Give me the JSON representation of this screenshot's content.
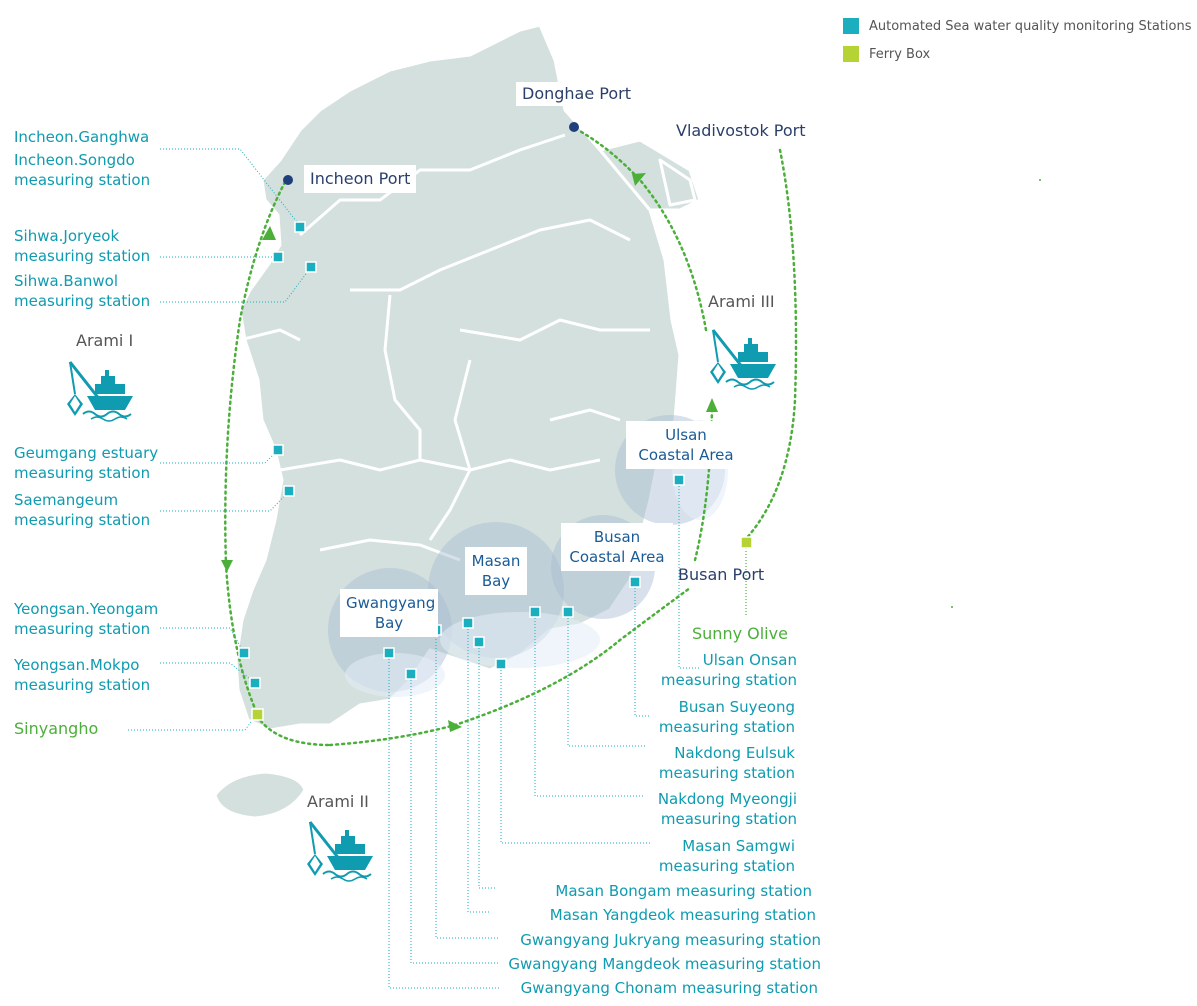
{
  "legend": {
    "stations": "Automated Sea water quality monitoring Stations",
    "ferry": "Ferry Box",
    "station_color": "#1aaebe",
    "ferry_color": "#b5d334"
  },
  "ports": {
    "donghae": "Donghae Port",
    "incheon": "Incheon Port",
    "vladivostok": "Vladivostok Port",
    "busan": "Busan Port"
  },
  "ships": {
    "arami1": "Arami I",
    "arami2": "Arami II",
    "arami3": "Arami III"
  },
  "ferry_points": {
    "sunny_olive": "Sunny Olive",
    "sinyangho": "Sinyangho"
  },
  "areas": {
    "ulsan": [
      "Ulsan",
      "Coastal Area"
    ],
    "busan": [
      "Busan",
      "Coastal Area"
    ],
    "masan": [
      "Masan",
      "Bay"
    ],
    "gwangyang": [
      "Gwangyang",
      "Bay"
    ]
  },
  "west_stations": {
    "ganghwa": "Incheon.Ganghwa",
    "songdo": [
      "Incheon.Songdo",
      "measuring station"
    ],
    "joryeok": [
      "Sihwa.Joryeok",
      "measuring station"
    ],
    "banwol": [
      "Sihwa.Banwol",
      "measuring station"
    ],
    "geumgang": [
      "Geumgang estuary",
      "measuring station"
    ],
    "saemangeum": [
      "Saemangeum",
      "measuring station"
    ],
    "yeongam": [
      "Yeongsan.Yeongam",
      "measuring station"
    ],
    "mokpo": [
      "Yeongsan.Mokpo",
      "measuring station"
    ]
  },
  "south_stations": {
    "onsan": [
      "Ulsan Onsan",
      "measuring station"
    ],
    "suyeong": [
      "Busan Suyeong",
      "measuring station"
    ],
    "eulsuk": [
      "Nakdong Eulsuk",
      "measuring station"
    ],
    "myeongji": [
      "Nakdong Myeongji",
      "measuring station"
    ],
    "samgwi": [
      "Masan Samgwi",
      "measuring station"
    ],
    "bongam": "Masan Bongam measuring station",
    "yangdeok": "Masan Yangdeok measuring station",
    "jukryang": "Gwangyang Jukryang measuring station",
    "mangdeok": "Gwangyang Mangdeok measuring station",
    "chonam": "Gwangyang Chonam measuring station"
  }
}
